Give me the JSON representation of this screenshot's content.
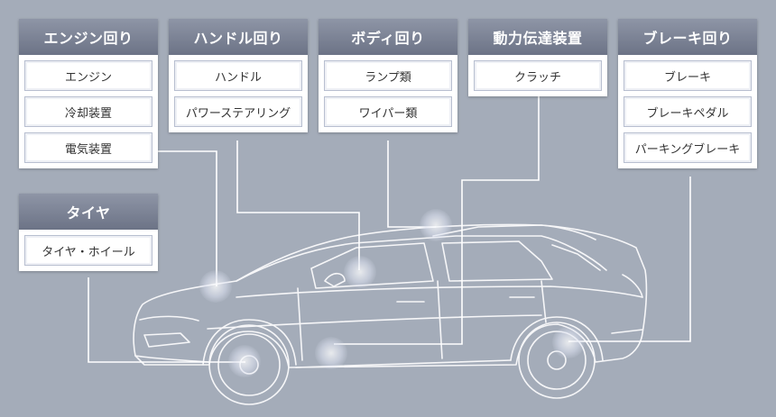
{
  "colors": {
    "background": "#a4acb9",
    "panel_header": "#7b8294",
    "line": "#ffffff"
  },
  "panels": {
    "engine": {
      "title": "エンジン回り",
      "items": [
        "エンジン",
        "冷却装置",
        "電気装置"
      ]
    },
    "tire": {
      "title": "タイヤ",
      "items": [
        "タイヤ・ホイール"
      ]
    },
    "handle": {
      "title": "ハンドル回り",
      "items": [
        "ハンドル",
        "パワーステアリング"
      ]
    },
    "body": {
      "title": "ボディ回り",
      "items": [
        "ランプ類",
        "ワイパー類"
      ]
    },
    "drive": {
      "title": "動力伝達装置",
      "items": [
        "クラッチ"
      ]
    },
    "brake": {
      "title": "ブレーキ回り",
      "items": [
        "ブレーキ",
        "ブレーキペダル",
        "パーキングブレーキ"
      ]
    }
  }
}
